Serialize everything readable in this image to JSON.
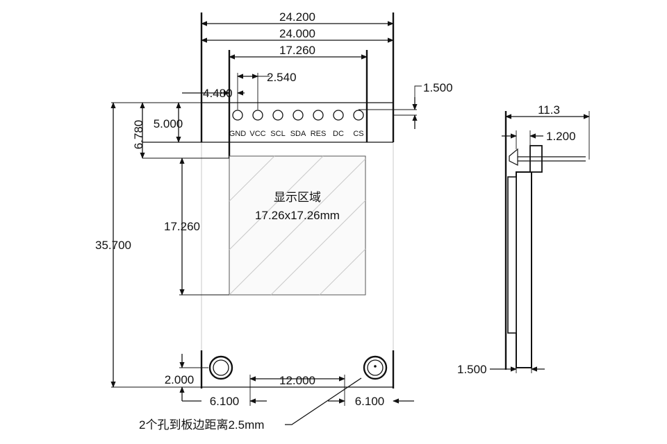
{
  "dimensions": {
    "total_width_outer": "24.200",
    "total_width": "24.000",
    "header_span": "17.260",
    "pin_pitch": "2.540",
    "header_offset": "4.480",
    "pin_pad_offset": "1.500",
    "header_height": "5.000",
    "display_top_offset": "6.780",
    "display_height": "17.260",
    "board_height": "35.700",
    "hole_vertical_offset": "2.000",
    "hole_spacing": "12.000",
    "hole_left_offset": "6.100",
    "hole_right_offset": "6.100",
    "side_depth": "11.3",
    "side_pin_thickness": "1.200",
    "side_board_thickness": "1.500"
  },
  "pins": [
    "GND",
    "VCC",
    "SCL",
    "SDA",
    "RES",
    "DC",
    "CS"
  ],
  "display": {
    "title": "显示区域",
    "size": "17.26x17.26mm"
  },
  "hole_note": "2个孔到板边距离2.5mm"
}
